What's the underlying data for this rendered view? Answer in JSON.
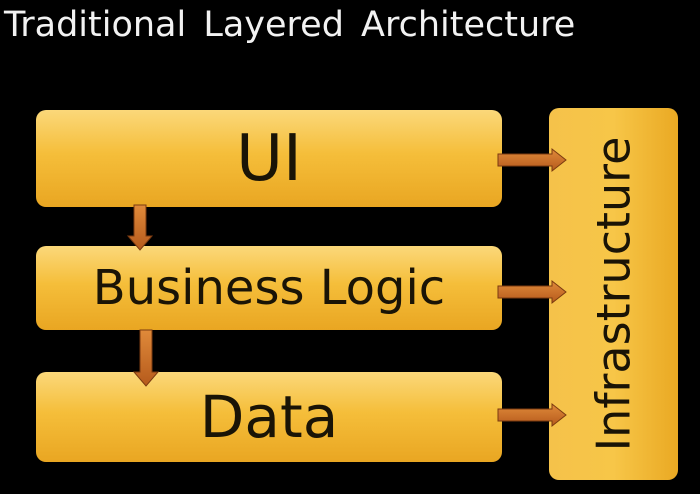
{
  "title": "Traditional Layered Architecture",
  "layers": {
    "ui": "UI",
    "business_logic": "Business Logic",
    "data": "Data",
    "infrastructure": "Infrastructure"
  },
  "colors": {
    "background": "#000000",
    "title_text": "#f2f2f2",
    "box_fill": "#f5be3a",
    "box_text": "#1a1406",
    "arrow": "#c9702a"
  }
}
